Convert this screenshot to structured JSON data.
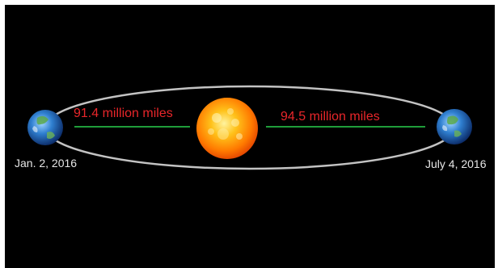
{
  "distances": {
    "perihelion": "91.4 million miles",
    "aphelion": "94.5 million miles"
  },
  "dates": {
    "perihelion": "Jan. 2, 2016",
    "aphelion": "July 4, 2016"
  },
  "colors": {
    "background": "#000000",
    "orbit": "#d8d8d8",
    "distance_line": "#1f9d3a",
    "distance_text": "#e8262a",
    "sun": "#ff8a00"
  }
}
